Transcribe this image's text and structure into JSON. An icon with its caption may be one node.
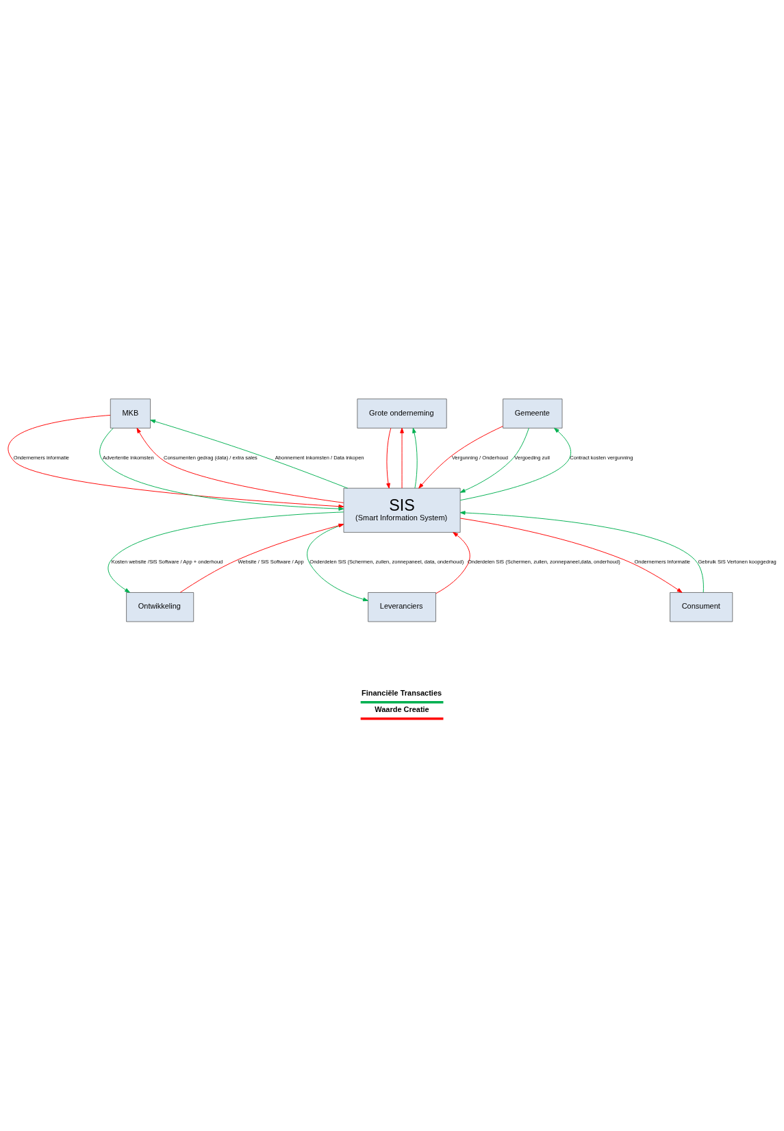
{
  "diagram": {
    "nodes": [
      {
        "text": [
          "MKB"
        ]
      },
      {
        "text": [
          "Grote onderneming"
        ]
      },
      {
        "text": [
          "Gemeente"
        ]
      },
      {
        "text": [
          "SIS",
          "(Smart Information System)"
        ]
      },
      {
        "text": [
          "Ontwikkeling"
        ]
      },
      {
        "text": [
          "Leveranciers"
        ]
      },
      {
        "text": [
          "Consument"
        ]
      }
    ],
    "edges": [
      {
        "from": 3,
        "to": 0,
        "arrow": "to",
        "color": "#ff0000",
        "label": "Consumenten gedrag (data) / extra sales"
      },
      {
        "from": 3,
        "to": 1,
        "arrow": "to",
        "color": "#ff0000"
      },
      {
        "from": 3,
        "to": 0,
        "arrow": "to",
        "color": "#00b050",
        "label": "Abonnement inkomsten / Data inkopen"
      },
      {
        "from": 3,
        "to": 1,
        "arrow": "to",
        "color": "#00b050"
      },
      {
        "from": 0,
        "to": 3,
        "arrow": "to",
        "color": "#ff0000",
        "label": "Ondernemers informatie"
      },
      {
        "from": 1,
        "to": 3,
        "arrow": "to",
        "color": "#ff0000"
      },
      {
        "from": 0,
        "to": 3,
        "arrow": "to",
        "color": "#00b050",
        "label": "Advertentie inkomsten"
      },
      {
        "from": 2,
        "to": 3,
        "arrow": "to",
        "color": "#ff0000",
        "label": "Vergunning / Onderhoud"
      },
      {
        "from": 3,
        "to": 2,
        "arrow": "to",
        "color": "#00b050",
        "label": "Contract kosten vergunning"
      },
      {
        "from": 2,
        "to": 3,
        "arrow": "to",
        "color": "#00b050",
        "label": "Vergoeding zuil"
      },
      {
        "from": 4,
        "to": 3,
        "arrow": "to",
        "color": "#ff0000",
        "label": "Website / SiS Software / App"
      },
      {
        "from": 3,
        "to": 4,
        "arrow": "to",
        "color": "#00b050",
        "label": "Kosten website /SiS Software / App + onderhoud"
      },
      {
        "from": 5,
        "to": 3,
        "arrow": "to",
        "color": "#ff0000",
        "label": "Onderdelen SiS (Schermen, zuilen, zonnepaneel,data, onderhoud)"
      },
      {
        "from": 3,
        "to": 5,
        "arrow": "to",
        "color": "#00b050",
        "label": "Onderdelen SiS (Schermen, zuilen, zonnepaneel, data, onderhoud)"
      },
      {
        "from": 3,
        "to": 6,
        "arrow": "to",
        "color": "#ff0000",
        "label": "Ondernemers Informatie"
      },
      {
        "from": 6,
        "to": 3,
        "arrow": "to",
        "color": "#00b050",
        "label": "Gebruik SiS Vertonen koopgedrag"
      }
    ],
    "legend": [
      {
        "text": "Financiële Transacties",
        "color": "#00b050"
      },
      {
        "text": "Waarde Creatie",
        "color": "#ff0000"
      }
    ]
  }
}
